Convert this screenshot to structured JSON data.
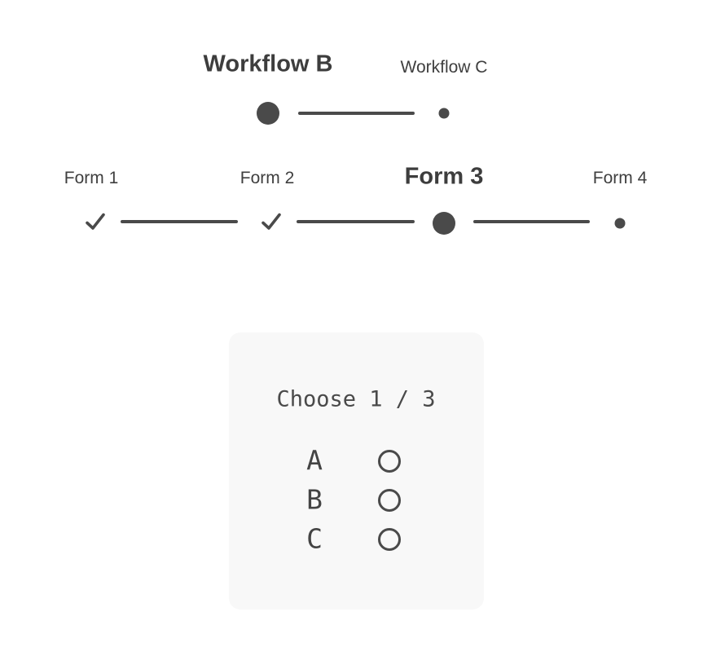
{
  "colors": {
    "accent": "#4a4a4a",
    "heading_text": "#3d3d3d",
    "label_text": "#3f3f3f",
    "card_background": "#f8f8f8",
    "page_background": "#ffffff"
  },
  "workflow_stepper": {
    "steps": [
      {
        "label": "Workflow B",
        "state": "active",
        "marker": "large-dot"
      },
      {
        "label": "Workflow C",
        "state": "upcoming",
        "marker": "small-dot"
      }
    ]
  },
  "form_stepper": {
    "steps": [
      {
        "label": "Form 1",
        "state": "completed",
        "marker": "check"
      },
      {
        "label": "Form 2",
        "state": "completed",
        "marker": "check"
      },
      {
        "label": "Form 3",
        "state": "active",
        "marker": "large-dot"
      },
      {
        "label": "Form 4",
        "state": "upcoming",
        "marker": "small-dot"
      }
    ]
  },
  "form_card": {
    "title": "Choose 1 / 3",
    "options": [
      {
        "label": "A",
        "selected": false
      },
      {
        "label": "B",
        "selected": false
      },
      {
        "label": "C",
        "selected": false
      }
    ]
  }
}
